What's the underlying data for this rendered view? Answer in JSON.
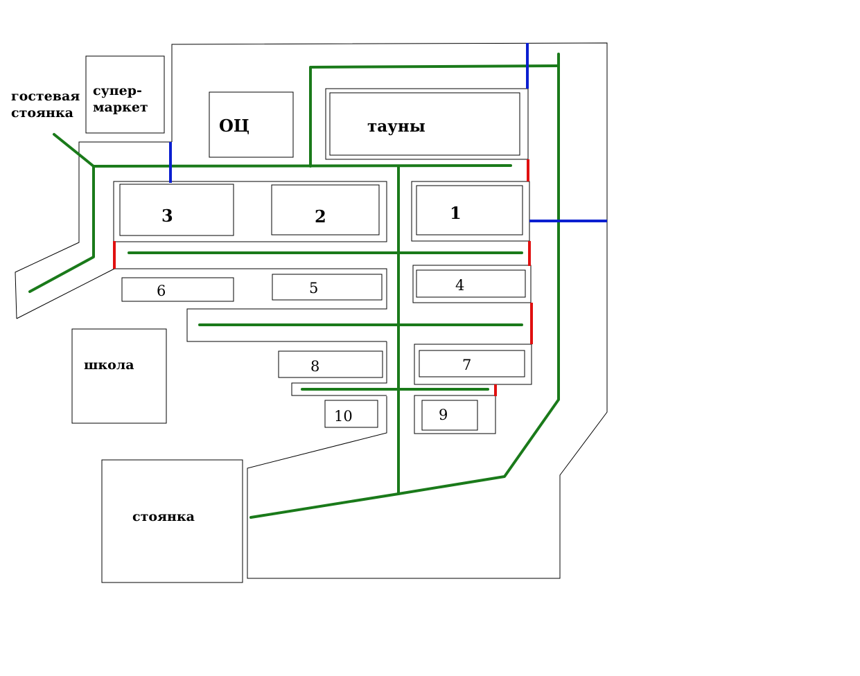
{
  "labels": {
    "guest_parking": [
      "гостевая",
      "стоянка"
    ],
    "supermarket": [
      "супер-",
      "маркет"
    ],
    "oc": "ОЦ",
    "townhouses": "тауны",
    "school": "школа",
    "parking": "стоянка"
  },
  "buildings": [
    "1",
    "2",
    "3",
    "4",
    "5",
    "6",
    "7",
    "8",
    "9",
    "10"
  ],
  "colors": {
    "path": "#1a7a1a",
    "gate_blue": "#0b1fd0",
    "gate_red": "#e01010",
    "outline": "#000000"
  }
}
